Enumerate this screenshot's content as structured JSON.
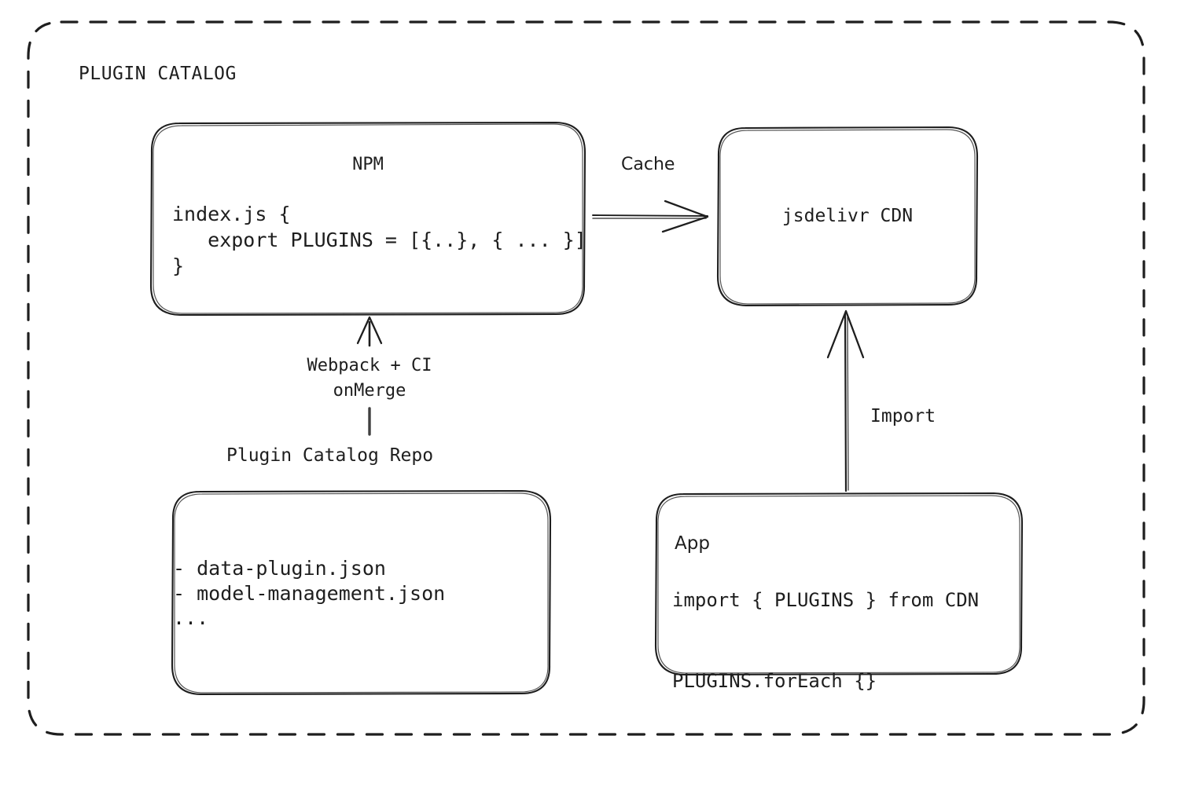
{
  "diagram": {
    "type": "architecture-flow",
    "container_label": "PLUGIN CATALOG",
    "style": {
      "stroke": "#1e1e1e",
      "background": "#ffffff",
      "container_border": "dashed"
    },
    "nodes": {
      "npm": {
        "title": "NPM",
        "code": "index.js {\n   export PLUGINS = [{..}, { ... }]\n}"
      },
      "cdn": {
        "title": "jsdelivr CDN"
      },
      "repo": {
        "label": "Plugin Catalog Repo",
        "files": "- data-plugin.json\n- model-management.json\n..."
      },
      "app": {
        "title": "App",
        "code": "import { PLUGINS } from CDN\n\nPLUGINS.forEach {}"
      }
    },
    "edges": {
      "npm_to_cdn": {
        "label": "Cache"
      },
      "repo_to_npm": {
        "label": "Webpack + CI\nonMerge"
      },
      "app_to_cdn": {
        "label": "Import"
      }
    }
  }
}
